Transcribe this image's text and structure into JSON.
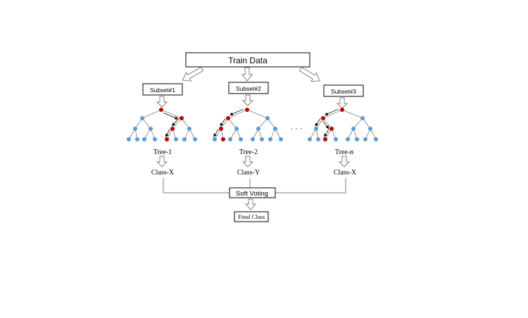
{
  "train_data": "Train Data",
  "subsets": [
    "Subset#1",
    "Subset#2",
    "Subset#3"
  ],
  "ellipsis": "· · ·",
  "trees": [
    {
      "label": "Tree-1",
      "class": "Class-X"
    },
    {
      "label": "Tree-2",
      "class": "Class-Y"
    },
    {
      "label": "Tree-n",
      "class": "Class-X"
    }
  ],
  "soft_voting": "Soft Voting",
  "final_class": "Final Class",
  "colors": {
    "node_blue": "#5b9bd5",
    "node_red": "#c00000",
    "line": "#7f7f7f",
    "arrow_fill": "#ffffff",
    "arrow_stroke": "#808080"
  }
}
